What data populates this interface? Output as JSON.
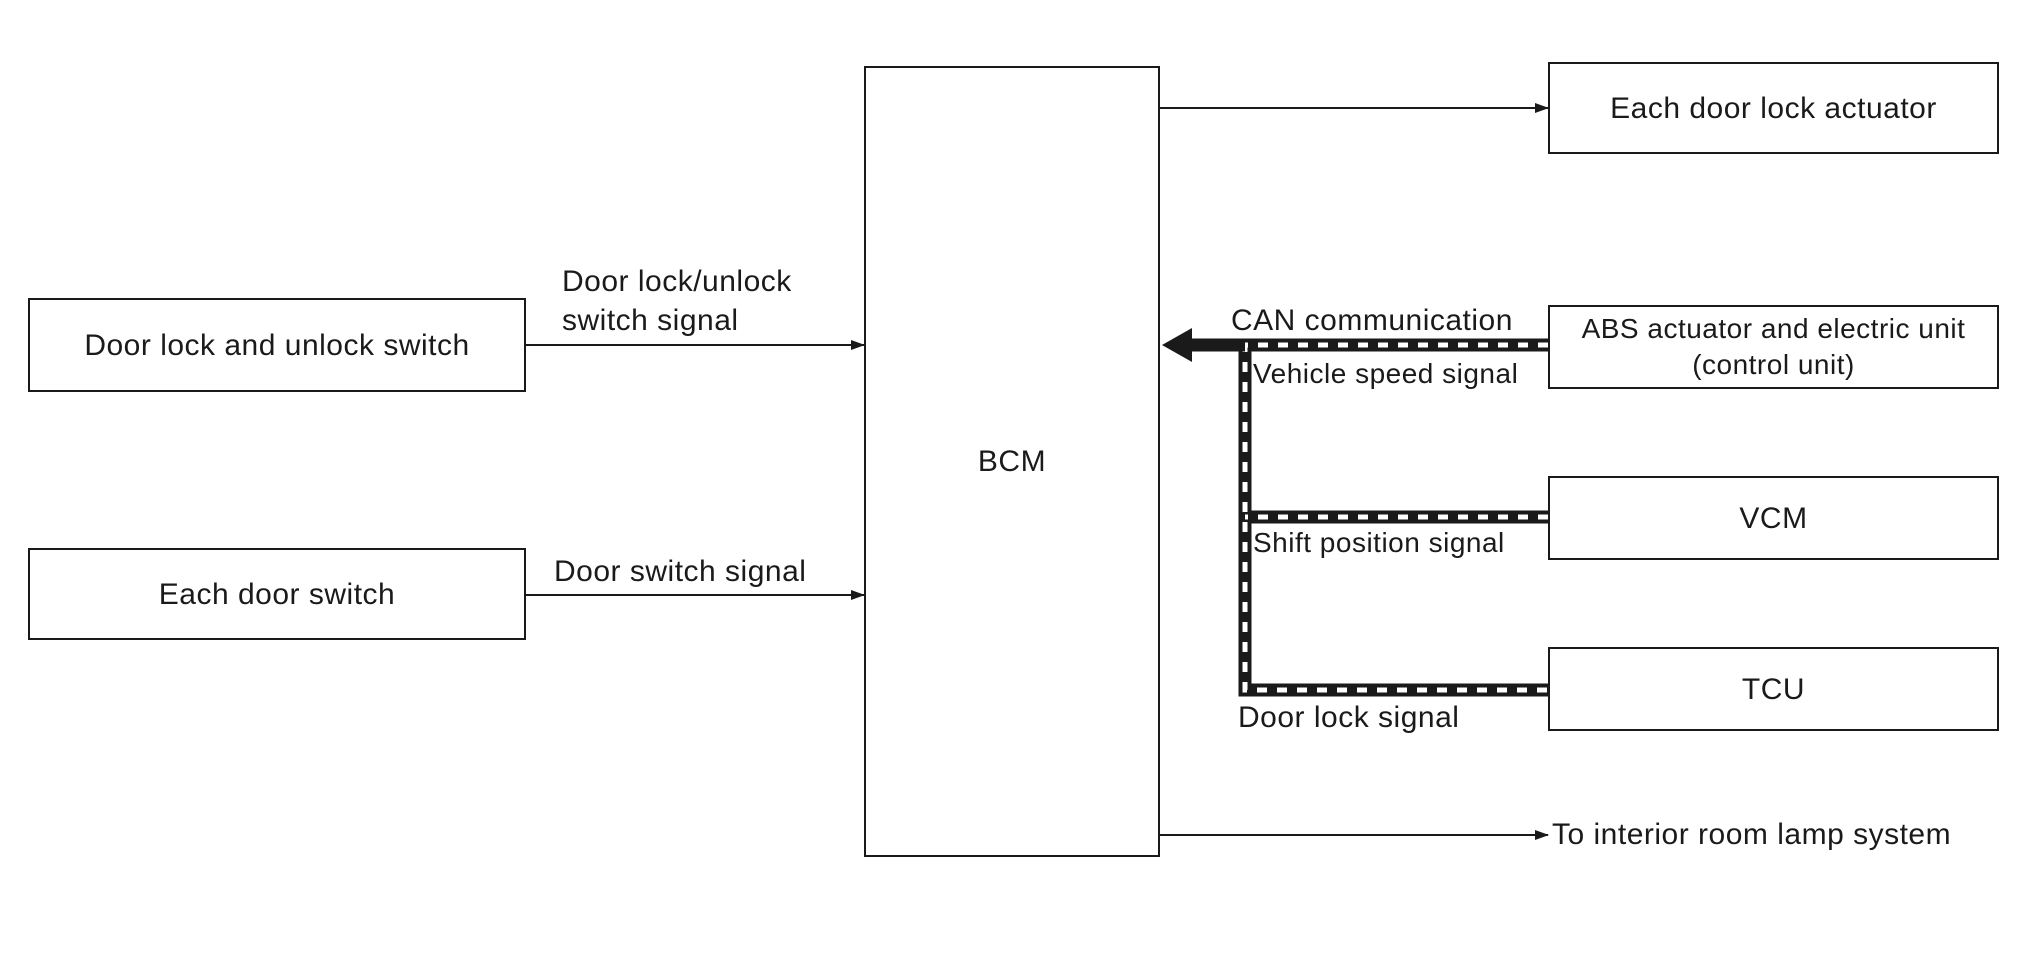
{
  "boxes": {
    "bcm": "BCM",
    "door_lock_actuator": "Each door lock actuator",
    "door_lock_unlock_switch": "Door lock and unlock switch",
    "each_door_switch": "Each door switch",
    "abs_line1": "ABS actuator and electric unit",
    "abs_line2": "(control unit)",
    "vcm": "VCM",
    "tcu": "TCU"
  },
  "signals": {
    "door_lock_unlock_line1": "Door lock/unlock",
    "door_lock_unlock_line2": "switch signal",
    "door_switch_signal": "Door switch signal",
    "can_communication": "CAN communication",
    "vehicle_speed_signal": "Vehicle speed signal",
    "shift_position_signal": "Shift position signal",
    "door_lock_signal": "Door lock signal",
    "interior_room_lamp": "To interior room lamp system"
  },
  "colors": {
    "line": "#1a1a1a",
    "can_bus_dash": "#ffffff"
  }
}
